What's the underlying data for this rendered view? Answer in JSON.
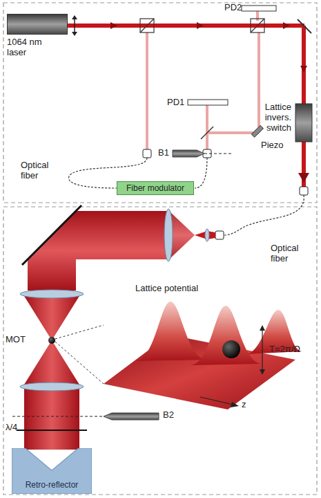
{
  "diagram": {
    "nodes": [
      {
        "text": [
          "1064 nm laser"
        ]
      },
      {
        "text": [
          "Fiber modulator"
        ]
      },
      {
        "text": [
          "Retro-reflector"
        ]
      }
    ],
    "labels": [
      "PD2",
      "PD1",
      "B1",
      "Optical fiber",
      "Piezo",
      "Lattice invers. switch",
      "Optical fiber",
      "Lattice potential",
      "MOT",
      "T=2π/Ω",
      "z",
      "B2",
      "λ/4"
    ]
  }
}
